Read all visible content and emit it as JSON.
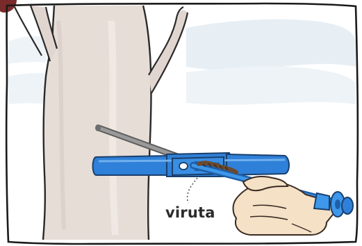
{
  "annotation": {
    "label": "viruta"
  },
  "icons": {
    "corner_badge": "red-dot",
    "hand": "hand-holding-tool"
  },
  "colors": {
    "frame_outline": "#1a1a1a",
    "tree_bark": "#e4dcd6",
    "sky_wash": "#e6eef4",
    "snow": "#ffffff",
    "tool_body": "#2f7fd6",
    "tool_rod": "#8e8e8e",
    "shavings": "#6b4a2f",
    "hand_skin": "#f3dfc4",
    "badge": "#7a2a2a"
  }
}
